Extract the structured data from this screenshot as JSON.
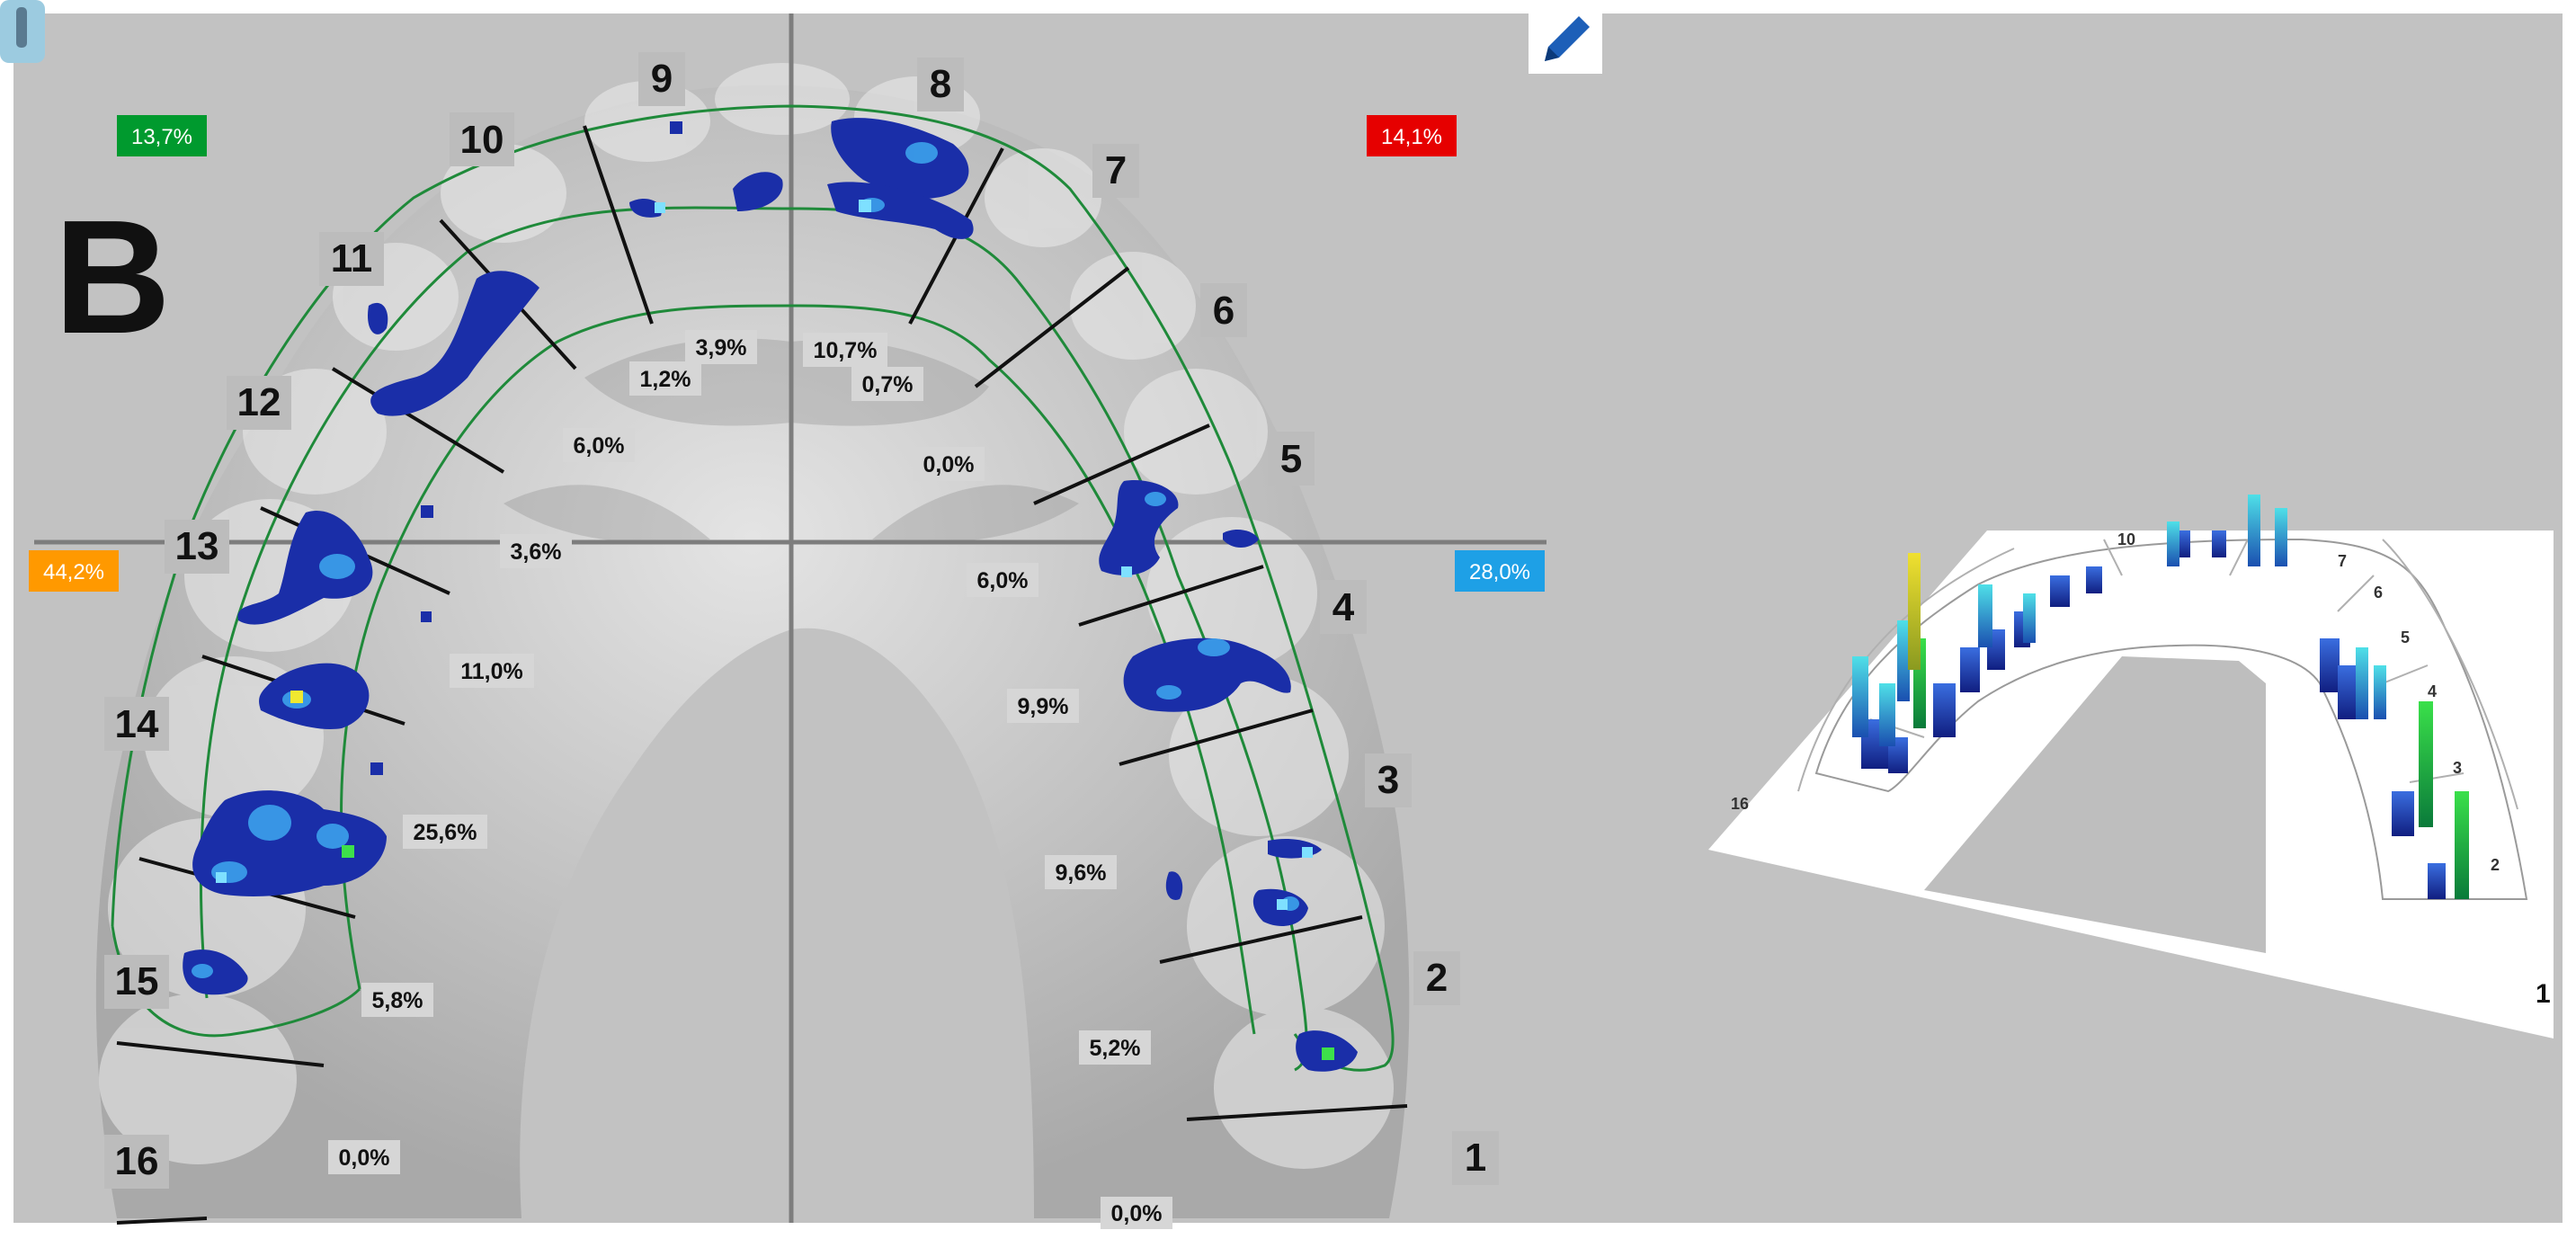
{
  "panel_letter": "B",
  "quadrant_badges": [
    {
      "text": "13,7%",
      "color": "#009a2e"
    },
    {
      "text": "14,1%",
      "color": "#e60000"
    },
    {
      "text": "44,2%",
      "color": "#ff9900"
    },
    {
      "text": "28,0%",
      "color": "#1ea0e6"
    }
  ],
  "tooth_numbers": [
    "9",
    "8",
    "10",
    "7",
    "11",
    "6",
    "12",
    "5",
    "13",
    "4",
    "14",
    "3",
    "15",
    "2",
    "16",
    "1"
  ],
  "percentages": [
    "3,9%",
    "10,7%",
    "1,2%",
    "0,7%",
    "6,0%",
    "0,0%",
    "3,6%",
    "6,0%",
    "11,0%",
    "9,9%",
    "25,6%",
    "9,6%",
    "5,8%",
    "5,2%",
    "0,0%",
    "0,0%"
  ],
  "mini_labels": [
    "10",
    "7",
    "6",
    "5",
    "4",
    "3",
    "2",
    "16",
    "1"
  ],
  "icons": {
    "top_left": "tool-icon",
    "top_right": "pencil-icon"
  },
  "colors": {
    "background": "#c2c2c2",
    "arch_lines": "#1f8a3a",
    "contact_dark": "#1a2ea8",
    "contact_light": "#3ea8f0",
    "model": "#d9d9d9"
  }
}
